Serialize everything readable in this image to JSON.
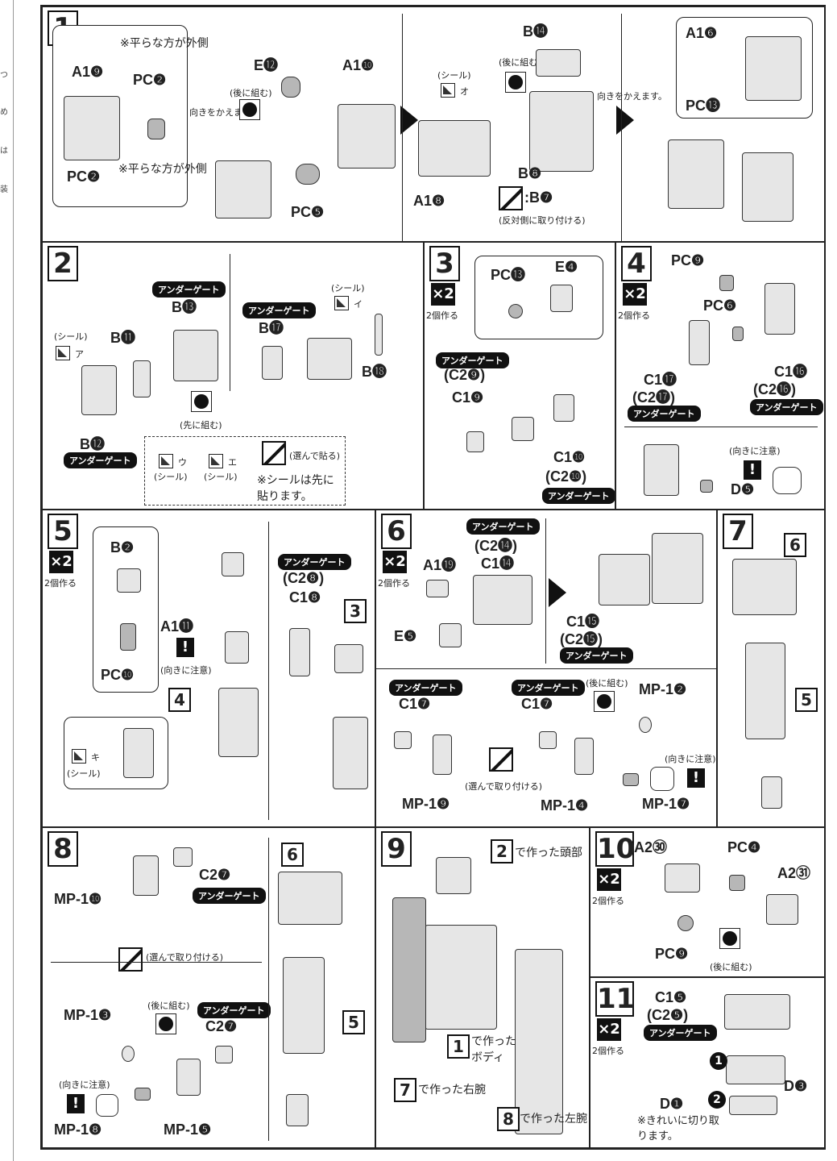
{
  "edge_text": [
    "つ",
    "め",
    "は",
    "装"
  ],
  "steps": {
    "s1": {
      "num": "1",
      "A1_9": "A1❾",
      "PC_2a": "PC❷",
      "PC_2b": "PC❷",
      "note_flat_a": "※平らな方が外側",
      "note_flat_b": "※平らな方が外側",
      "E_12": "E⓬",
      "A1_10": "A1❿",
      "PC_5": "PC❺",
      "behind": "(後に組む)",
      "turn": "向きをかえます。",
      "seal": "(シール)",
      "seal_o": "オ",
      "B_14": "B⓮",
      "B_8": "B❽",
      "A1_8": "A1❽",
      "opp_part": ":B❼",
      "opp_note": "(反対側に取り付ける)",
      "A1_6": "A1❻",
      "PC_13": "PC⓭",
      "turn2": "向きをかえます。"
    },
    "s2": {
      "num": "2",
      "under": "アンダーゲート",
      "B13": "B⓭",
      "B11": "B⓫",
      "B12": "B⓬",
      "B17": "B⓱",
      "B18": "B⓲",
      "seal": "(シール)",
      "seal_a": "ア",
      "seal_i": "イ",
      "seal_u": "ウ",
      "seal_e": "エ",
      "first": "(先に組む)",
      "choose": "(選んで貼る)",
      "seal_first": "※シールは先に貼ります。"
    },
    "s3": {
      "num": "3",
      "mul": "×2",
      "count": "2個作る",
      "PC13": "PC⓭",
      "E4": "E❹",
      "under": "アンダーゲート",
      "C29": "(C2❾)",
      "C19": "C1❾",
      "C110": "C1❿",
      "C210": "(C2❿)"
    },
    "s4": {
      "num": "4",
      "mul": "×2",
      "count": "2個作る",
      "PC9": "PC❾",
      "PC6": "PC❻",
      "C116": "C1⓰",
      "C216": "(C2⓰)",
      "C117": "C1⓱",
      "C217": "(C2⓱)",
      "under": "アンダーゲート",
      "caution": "(向きに注意)",
      "D5": "D❺"
    },
    "s5": {
      "num": "5",
      "mul": "×2",
      "count": "2個作る",
      "B2": "B❷",
      "PC10": "PC❿",
      "A111": "A1⓫",
      "caution": "(向きに注意)",
      "ref4": "4",
      "ref3": "3",
      "under": "アンダーゲート",
      "C28": "(C2❽)",
      "C18": "C1❽",
      "seal": "(シール)",
      "seal_ki": "キ"
    },
    "s6": {
      "num": "6",
      "mul": "×2",
      "count": "2個作る",
      "under": "アンダーゲート",
      "C214": "(C2⓮)",
      "C114": "C1⓮",
      "A119": "A1⓳",
      "E5": "E❺",
      "C115": "C1⓯",
      "C215": "(C2⓯)",
      "C17a": "C1❼",
      "C17b": "C1❼",
      "MP19": "MP-1❾",
      "MP14": "MP-1❹",
      "MP12": "MP-1❷",
      "MP17": "MP-1❼",
      "behind": "(後に組む)",
      "caution": "(向きに注意)",
      "choose": "(選んで取り付ける)"
    },
    "s7": {
      "num": "7",
      "ref6": "6",
      "ref5": "5"
    },
    "s8": {
      "num": "8",
      "C27a": "C2❼",
      "C27b": "C2❼",
      "under": "アンダーゲート",
      "MP110": "MP-1❿",
      "MP13": "MP-1❸",
      "MP18": "MP-1❽",
      "MP15": "MP-1❺",
      "choose": "(選んで取り付ける)",
      "behind": "(後に組む)",
      "caution": "(向きに注意)",
      "ref6": "6",
      "ref5": "5"
    },
    "s9": {
      "num": "9",
      "head_num": "2",
      "head": "で作った頭部",
      "body_num": "1",
      "body": "で作ったボディ",
      "rarm_num": "7",
      "rarm": "で作った右腕",
      "larm_num": "8",
      "larm": "で作った左腕"
    },
    "s10": {
      "num": "10",
      "mul": "×2",
      "count": "2個作る",
      "A230": "A2㉚",
      "PC4": "PC❹",
      "A231": "A2㉛",
      "PC9": "PC❾",
      "behind": "(後に組む)"
    },
    "s11": {
      "num": "11",
      "mul": "×2",
      "count": "2個作る",
      "C15": "C1❺",
      "C25": "(C2❺)",
      "under": "アンダーゲート",
      "D3": "D❸",
      "D1": "D❶",
      "clean": "※きれいに切り取ります。",
      "step1": "1",
      "step2": "2"
    }
  }
}
